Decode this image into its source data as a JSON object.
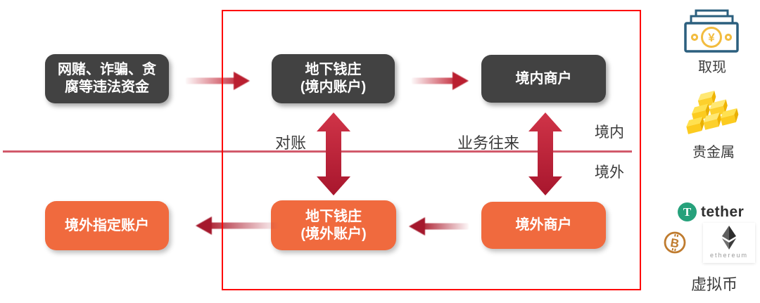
{
  "diagram": {
    "boxes": {
      "illegal_funds": "网赌、诈骗、贪腐等违法资金",
      "underground_bank_domestic": {
        "line1": "地下钱庄",
        "line2": "(境内账户)"
      },
      "domestic_merchant": "境内商户",
      "overseas_designated_account": "境外指定账户",
      "underground_bank_overseas": {
        "line1": "地下钱庄",
        "line2": "(境外账户)"
      },
      "overseas_merchant": "境外商户"
    },
    "labels": {
      "reconciliation": "对账",
      "business_relations": "业务往来",
      "domestic_side": "境内",
      "overseas_side": "境外"
    },
    "colors": {
      "dark_box": "#424242",
      "orange_box": "#f06a3e",
      "arrow_red": "#ba1f30",
      "frame_red": "#fe0000",
      "divider_rose": "#d25a6b"
    }
  },
  "channels": {
    "cash": {
      "label": "取现",
      "currency_symbol": "¥",
      "outline_color": "#2b5f7e",
      "accent_color": "#f2bc3f"
    },
    "precious_metals": {
      "label": "贵金属",
      "gold_color": "#fdd02c"
    },
    "virtual_currency": {
      "label": "虚拟币",
      "tether_symbol": "T",
      "tether_label": "tether",
      "tether_color": "#26a17b",
      "bitcoin_symbol": "B",
      "bitcoin_color": "#bf7b2e",
      "ethereum_label": "ethereum"
    }
  }
}
